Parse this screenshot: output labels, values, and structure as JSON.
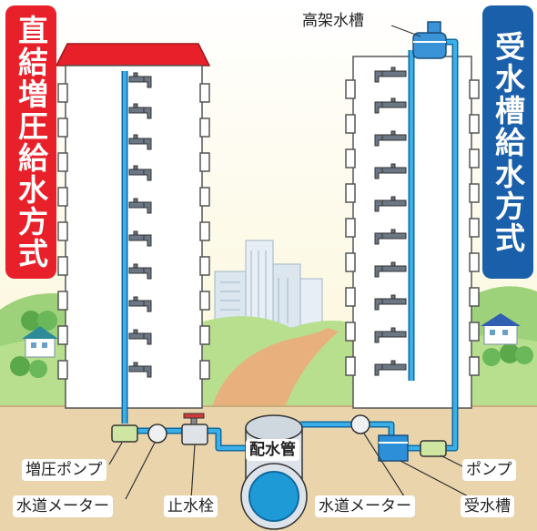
{
  "banners": {
    "left": "直結増圧給水方式",
    "right": "受水槽給水方式"
  },
  "labels": {
    "elevated_tank": "高架水槽",
    "main_pipe": "配水管",
    "booster_pump": "増圧ポンプ",
    "water_meter_left": "水道メーター",
    "stop_valve": "止水栓",
    "water_meter_right": "水道メーター",
    "pump": "ポンプ",
    "receiving_tank": "受水槽"
  },
  "colors": {
    "left_banner": "#e8202a",
    "right_banner": "#1a5faa",
    "water_pipe": "#1e9ad6",
    "roof": "#e8202a",
    "ground": "#e9d4ac"
  }
}
